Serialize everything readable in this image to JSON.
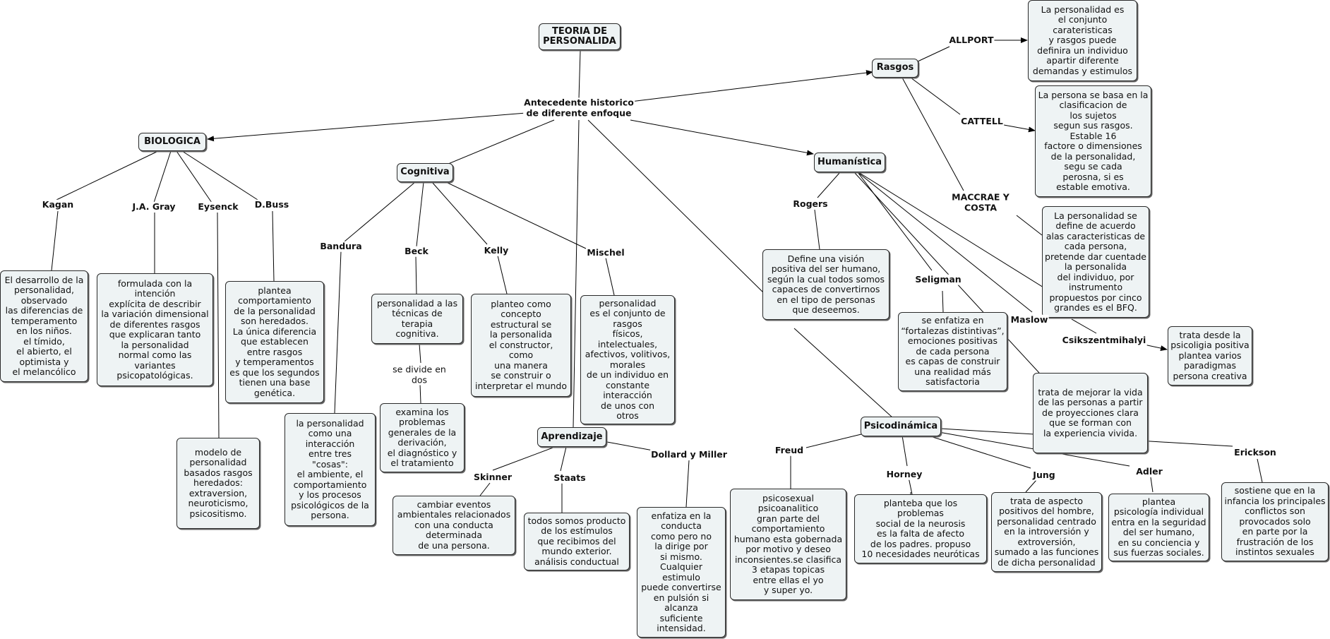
{
  "nodes": {
    "teoria": "TEORIA DE\nPERSONALIDA",
    "biologica": "BIOLOGICA",
    "cognitiva": "Cognitiva",
    "humanistica": "Humanística",
    "rasgos": "Rasgos",
    "aprendizaje": "Aprendizaje",
    "psicodinamica": "Psicodinámica",
    "kagan_desc": "El desarrollo de la\npersonalidad,\nobservado\nlas diferencias de\ntemperamento\nen los niños.\nel tímido,\nel abierto, el\noptimista y\nel melancólico",
    "gray_desc": "formulada con la\nintención\nexplícita de describir\nla variación dimensional\nde diferentes rasgos\nque explicaran tanto\nla personalidad\nnormal como las\nvariantes\npsicopatológicas.",
    "buss_desc": "plantea\ncomportamiento\nde la personalidad\nson heredados.\nLa única diferencia\nque establecen\nentre rasgos\ny temperamentos\nes que los segundos\ntienen una base\ngenética.",
    "eysenck_desc": "modelo de\npersonalidad\nbasados rasgos\nheredados:\nextraversion,\nneuroticismo,\npsicositismo.",
    "bandura_desc": "la personalidad\ncomo una\ninteracción\nentre tres\n\"cosas\":\nel ambiente, el\ncomportamiento\ny los procesos\npsicológicos de la\npersona.",
    "beck_desc": "personalidad a las\ntécnicas de\nterapia\ncognitiva.",
    "beck_desc2": "examina los\nproblemas\ngenerales de la\nderivación,\nel diagnóstico y\nel tratamiento",
    "kelly_desc": "planteo como\nconcepto\nestructural se\nla personalida\nel constructor,\ncomo\nuna manera\nse construir o\ninterpretar el mundo",
    "mischel_desc": "personalidad\nes el conjunto de\nrasgos\nfísicos,\nintelectuales,\nafectivos, volitivos,\nmorales\nde un individuo en\nconstante\ninteracción\nde unos con\notros",
    "skinner_desc": "cambiar eventos\nambientales relacionados\ncon una conducta\ndeterminada\nde una persona.",
    "staats_desc": "todos somos producto\nde los estímulos\nque recibimos del\nmundo exterior.\nanálisis conductual",
    "dollard_desc": "enfatiza en la\nconducta\ncomo pero no\nla dirige por\nsi mismo.\nCualquier\nestimulo\npuede convertirse\nen pulsión si\nalcanza\nsuficiente\nintensidad.",
    "rogers_desc": "Define una visión\npositiva del ser humano,\nsegún la cual todos somos\ncapaces de convertirnos\nen el tipo de personas\nque deseemos.",
    "seligman_desc": "se enfatiza en\n“fortalezas distintivas”,\nemociones positivas\nde cada persona\nes capas de construir\nuna realidad más\nsatisfactoria",
    "allport_desc": "La personalidad es\nel conjunto\ncarateristicas\ny rasgos puede\ndefinira un individuo\napartir diferente\ndemandas y estimulos",
    "cattell_desc": "La persona se basa en la\nclasificacion de\nlos sujetos\nsegun sus rasgos.\nEstable 16\nfactore o dimensiones\nde la personalidad,\nsegu se cada\nperosna, si es\nestable emotiva.",
    "maccrae_desc": "La personalidad se\ndefine de acuerdo\nalas caracteristicas de\ncada persona,\npretende dar cuentade\nla personalida\ndel individuo, por\ninstrumento\npropuestos por cinco\ngrandes  es el BFQ.",
    "csik_desc": "trata desde la\npsicoligia positiva\nplantea varios\nparadigmas\npersona creativa",
    "maslow_desc": "trata de mejorar la vida\nde las personas a partir\nde proyecciones clara\nque se forman con\nla experiencia vivida.",
    "freud_desc": "psicosexual\npsicoanalitico\ngran parte del\ncomportamiento\nhumano esta gobernada\npor motivo y deseo\ninconsientes.se clasifica\n3 etapas topicas\nentre ellas el yo\ny super yo.",
    "horney_desc": "planteba que los\nproblemas\nsocial de la neurosis\nes la falta de afecto\nde los padres. propuso\n10 necesidades neuróticas",
    "jung_desc": "trata de aspecto\npositivos del hombre,\npersonalidad centrado\nen la introversión y\nextroversión,\nsumado a las funciones\nde dicha personalidad",
    "adler_desc": "plantea\npsicología individual\nentra en la seguridad\ndel ser humano,\nen su conciencia y\nsus fuerzas sociales.",
    "erickson_desc": "sostiene que en la\ninfancia los principales\nconflictos son\nprovocados solo\nen parte por la\nfrustración de los\ninstintos sexuales"
  },
  "labels": {
    "antecedente": "Antecedente historico\nde diferente enfoque",
    "kagan": "Kagan",
    "gray": "J.A. Gray",
    "eysenck": "Eysenck",
    "buss": "D.Buss",
    "bandura": "Bandura",
    "beck": "Beck",
    "kelly": "Kelly",
    "mischel": "Mischel",
    "se_divide": "se divide en\ndos",
    "skinner": "Skinner",
    "staats": "Staats",
    "dollard": "Dollard y Miller",
    "rogers": "Rogers",
    "seligman": "Seligman",
    "maslow": "Maslow",
    "csik": "Csikszentmihalyi",
    "allport": "ALLPORT",
    "cattell": "CATTELL",
    "maccrae": "MACCRAE Y\nCOSTA",
    "freud": "Freud",
    "horney": "Horney",
    "jung": "Jung",
    "adler": "Adler",
    "erickson": "Erickson"
  },
  "colors": {
    "node_fill": "#eef3f4",
    "line": "#000000"
  }
}
